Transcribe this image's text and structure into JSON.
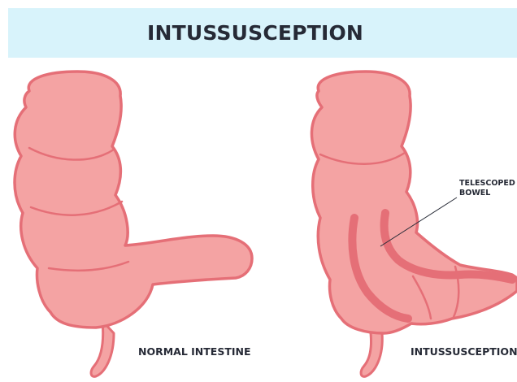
{
  "title": "INTUSSUSCEPTION",
  "labels": {
    "normal": "NORMAL INTESTINE",
    "intussusception": "INTUSSUSCEPTION",
    "telescoped_line1": "TELESCOPED",
    "telescoped_line2": "BOWEL"
  },
  "colors": {
    "banner": "#d8f3fb",
    "bowel_fill": "#f4a3a3",
    "bowel_outline": "#e56f77",
    "text": "#262a36"
  }
}
